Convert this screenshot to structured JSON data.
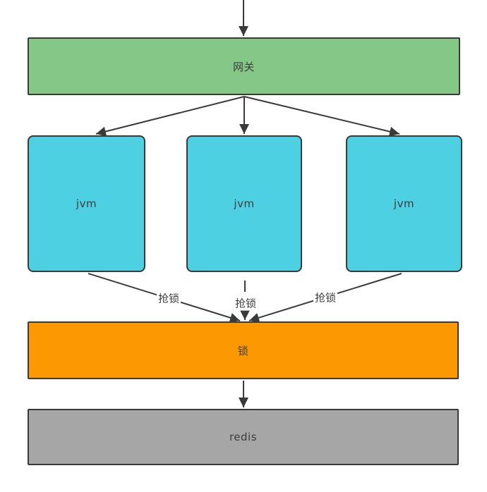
{
  "colors": {
    "gateway_fill": "#85C786",
    "jvm_fill": "#4DD0E1",
    "lock_fill": "#FB9802",
    "redis_fill": "#A6A6A6",
    "border": "#3A3A3A",
    "line": "#3A3A3A",
    "text": "#3D3D3D",
    "canvas_bg": "#FFFFFF"
  },
  "nodes": {
    "gateway": {
      "label": "网关"
    },
    "jvm1": {
      "label": "jvm"
    },
    "jvm2": {
      "label": "jvm"
    },
    "jvm3": {
      "label": "jvm"
    },
    "lock": {
      "label": "锁"
    },
    "redis": {
      "label": "redis"
    }
  },
  "edges": [
    {
      "from": "top",
      "to": "gateway",
      "style": "solid",
      "label": ""
    },
    {
      "from": "gateway",
      "to": "jvm1",
      "style": "solid",
      "label": ""
    },
    {
      "from": "gateway",
      "to": "jvm2",
      "style": "solid",
      "label": ""
    },
    {
      "from": "gateway",
      "to": "jvm3",
      "style": "solid",
      "label": ""
    },
    {
      "from": "jvm1",
      "to": "lock",
      "style": "solid",
      "label": "抢锁"
    },
    {
      "from": "jvm2",
      "to": "lock",
      "style": "dashed",
      "label": "抢锁"
    },
    {
      "from": "jvm3",
      "to": "lock",
      "style": "solid",
      "label": "抢锁"
    },
    {
      "from": "lock",
      "to": "redis",
      "style": "solid",
      "label": ""
    }
  ]
}
